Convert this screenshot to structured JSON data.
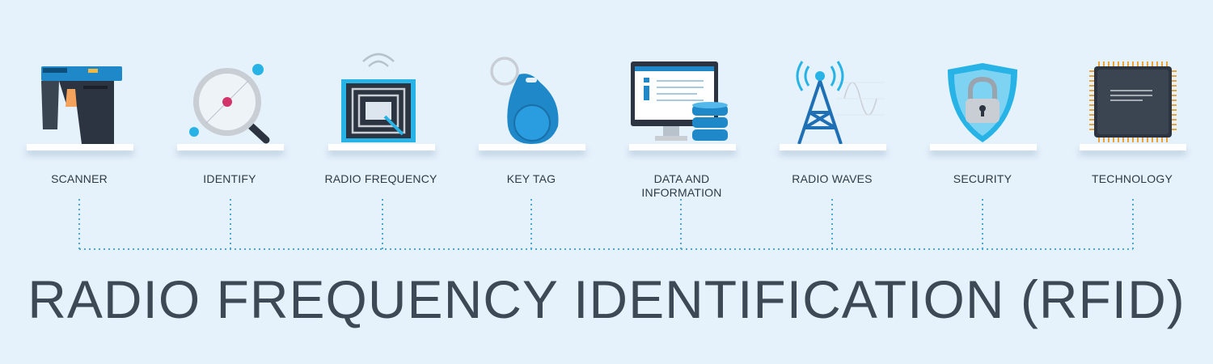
{
  "items": [
    {
      "label": "SCANNER",
      "icon": "scanner-icon"
    },
    {
      "label": "IDENTIFY",
      "icon": "magnifier-icon"
    },
    {
      "label": "RADIO FREQUENCY",
      "icon": "rfid-chip-icon"
    },
    {
      "label": "KEY TAG",
      "icon": "key-tag-icon"
    },
    {
      "label": "DATA AND\nINFORMATION",
      "icon": "monitor-database-icon"
    },
    {
      "label": "RADIO WAVES",
      "icon": "radio-tower-icon"
    },
    {
      "label": "SECURITY",
      "icon": "shield-lock-icon"
    },
    {
      "label": "TECHNOLOGY",
      "icon": "microchip-icon"
    }
  ],
  "title": "RADIO FREQUENCY IDENTIFICATION (RFID)",
  "colors": {
    "background": "#e5f1fb",
    "accent": "#1f88c9",
    "dark": "#2b3440",
    "connector": "#4aa8d8"
  }
}
